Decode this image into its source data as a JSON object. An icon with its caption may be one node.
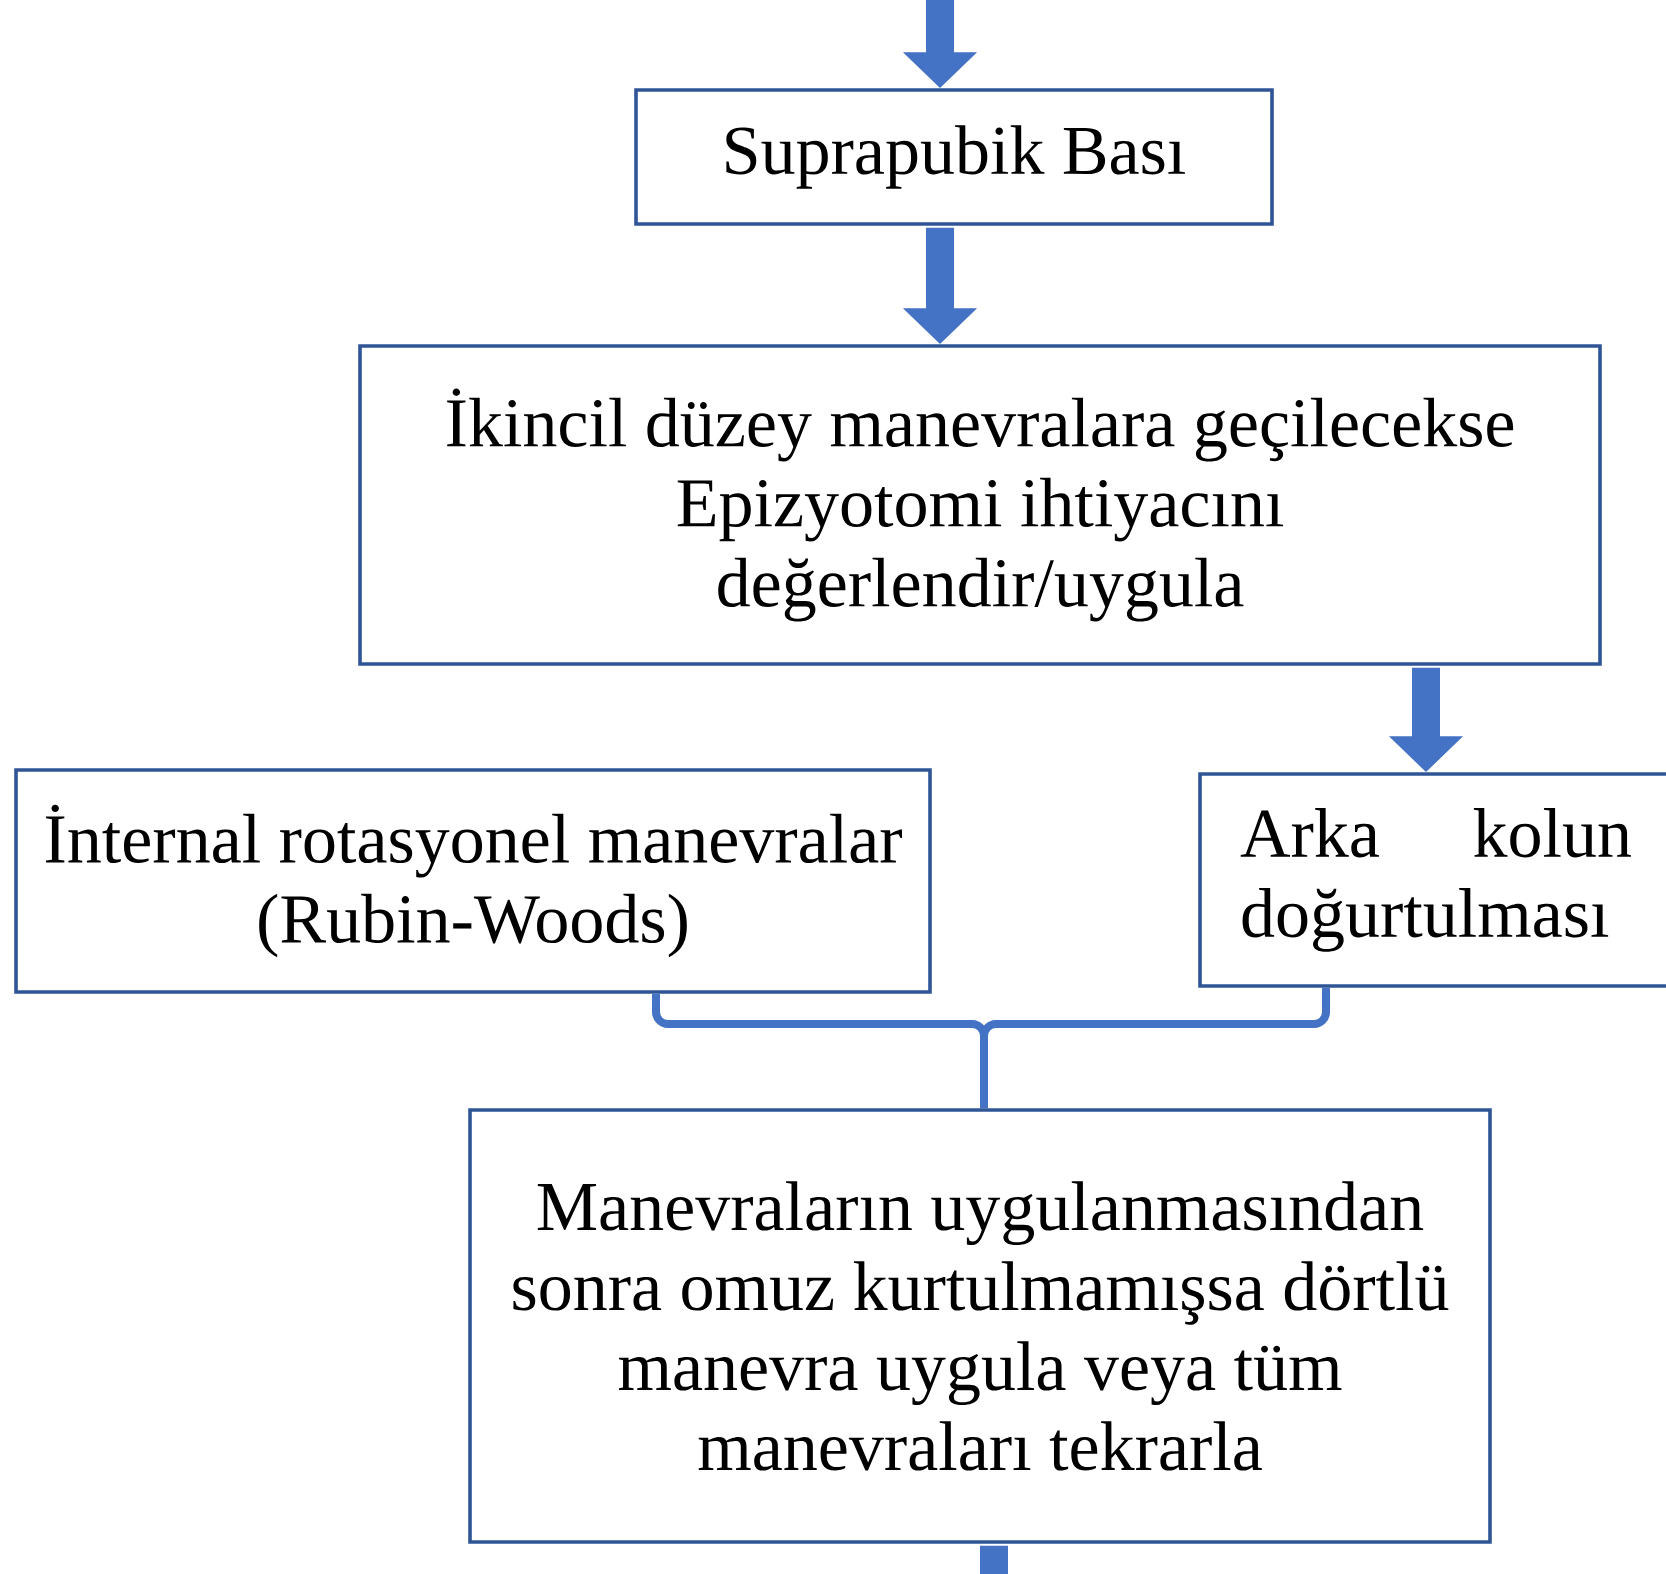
{
  "diagram": {
    "nodes": [
      {
        "text": [
          "Suprapubik Bası"
        ]
      },
      {
        "text": [
          "İkincil düzey manevralara geçilecekse Epizyotomi ihtiyacını değerlendir/uygula"
        ]
      },
      {
        "text": [
          "İnternal rotasyonel manevralar (Rubin-Woods)"
        ]
      },
      {
        "text": [
          "Arka kolun doğurtulması"
        ]
      },
      {
        "text": [
          "Manevraların uygulanmasından sonra omuz kurtulmamışsa dörtlü manevra uygula veya tüm manevraları tekrarla"
        ]
      }
    ],
    "edges": [
      {
        "from": null,
        "to": 0,
        "arrow": "to"
      },
      {
        "from": 0,
        "to": 1,
        "arrow": "to"
      },
      {
        "from": 1,
        "to": 3,
        "arrow": "to"
      },
      {
        "from": 2,
        "to": 4,
        "arrow": "none"
      },
      {
        "from": 3,
        "to": 4,
        "arrow": "none"
      },
      {
        "from": 4,
        "to": null,
        "arrow": "none"
      }
    ]
  }
}
